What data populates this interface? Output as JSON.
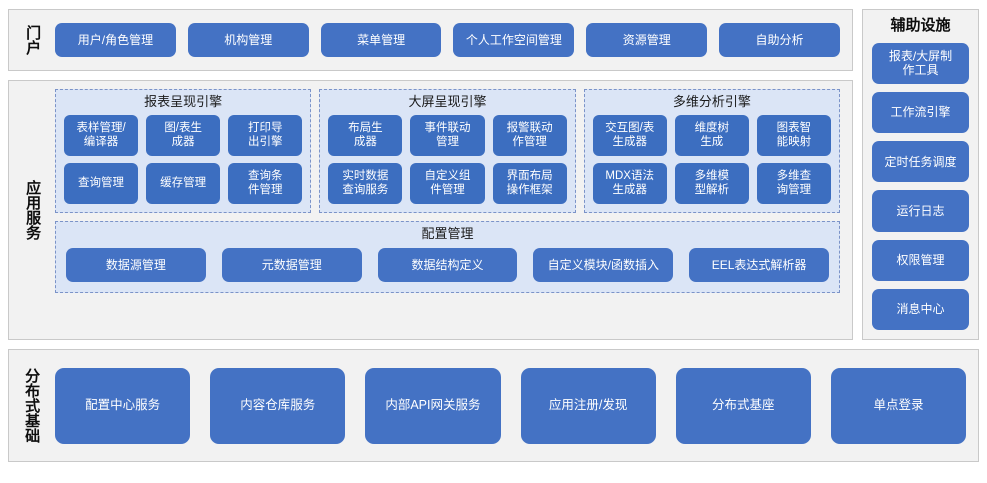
{
  "portal": {
    "label": "门户",
    "buttons": [
      "用户/角色管理",
      "机构管理",
      "菜单管理",
      "个人工作空间管理",
      "资源管理",
      "自助分析"
    ]
  },
  "app_services": {
    "label": "应用服务",
    "engines": [
      {
        "title": "报表呈现引擎",
        "items": [
          "表样管理/\n编译器",
          "图/表生\n成器",
          "打印导\n出引擎",
          "查询管理",
          "缓存管理",
          "查询条\n件管理"
        ]
      },
      {
        "title": "大屏呈现引擎",
        "items": [
          "布局生\n成器",
          "事件联动\n管理",
          "报警联动\n作管理",
          "实时数据\n查询服务",
          "自定义组\n件管理",
          "界面布局\n操作框架"
        ]
      },
      {
        "title": "多维分析引擎",
        "items": [
          "交互图/表\n生成器",
          "维度树\n生成",
          "图表智\n能映射",
          "MDX语法\n生成器",
          "多维模\n型解析",
          "多维查\n询管理"
        ]
      }
    ],
    "config": {
      "title": "配置管理",
      "items": [
        "数据源管理",
        "元数据管理",
        "数据结构定义",
        "自定义模块/函数插入",
        "EEL表达式解析器"
      ]
    }
  },
  "auxiliary": {
    "title": "辅助设施",
    "items": [
      "报表/大屏制\n作工具",
      "工作流引擎",
      "定时任务调度",
      "运行日志",
      "权限管理",
      "消息中心"
    ]
  },
  "foundation": {
    "label": "分布式基础",
    "buttons": [
      "配置中心服务",
      "内容仓库服务",
      "内部API网关服务",
      "应用注册/发现",
      "分布式基座",
      "单点登录"
    ]
  },
  "colors": {
    "button_blue": "#4472C4",
    "button_blue_deep": "#3C6EC0",
    "panel_light_blue": "#DBE5F6",
    "panel_grey": "#F2F2F2",
    "border_grey": "#C9C9C9",
    "border_dashed_blue": "#7B93C8"
  }
}
